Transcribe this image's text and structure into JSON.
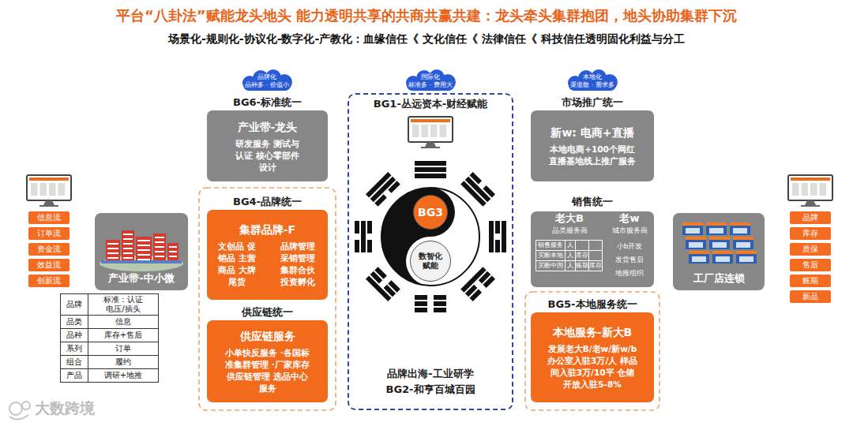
{
  "diagram": {
    "title": "平台“八卦法”赋能龙头地头 能力透明共享的共商共赢共建：龙头牵头集群抱团，地头协助集群下沉",
    "nodes": [
      {
        "text": [
          "品牌化",
          "品种多 · 价值小"
        ]
      },
      {
        "text": [
          "国际化",
          "标准多 · 费用大"
        ]
      },
      {
        "text": [
          "本地化",
          "渠道散 · 需求多"
        ]
      },
      {
        "text": [
          "BG6-标准统一",
          "产业带-龙头",
          "研发服务 测试与认证 核心零部件设计"
        ]
      },
      {
        "text": [
          "BG1-丛远资本-财经赋能",
          "品牌出海-工业研学 BG2-和亨百城百园"
        ]
      },
      {
        "text": [
          "BG3"
        ],
        "in": 4
      },
      {
        "text": [
          "数智化 赋能"
        ],
        "in": 4
      },
      {
        "text": [
          "市场推广统一",
          "新w: 电商+直播",
          "本地电商+100个网红 直播基地线上推广服务"
        ]
      },
      {
        "text": [
          "信息流"
        ]
      },
      {
        "text": [
          "订单流"
        ]
      },
      {
        "text": [
          "资金流"
        ]
      },
      {
        "text": [
          "效益流"
        ]
      },
      {
        "text": [
          "创新流"
        ]
      },
      {
        "text": [
          "产业带-中小微"
        ]
      },
      {
        "text": [
          "BG4-品牌统一",
          "集群品牌-F",
          "文创品 促销品 主营商品 大牌尾货",
          "品牌管理 采销管理 集群合伙 投资孵化"
        ]
      },
      {
        "text": [
          "销售统一"
        ]
      },
      {
        "text": [
          "老大B",
          "品类服务商"
        ],
        "in": 15
      },
      {
        "text": [
          "老w",
          "城市服务商",
          "小b开发 发货售后 地推组织"
        ],
        "in": 15
      },
      {
        "text": [
          "工厂店连锁"
        ]
      },
      {
        "text": [
          "品牌"
        ]
      },
      {
        "text": [
          "库存"
        ]
      },
      {
        "text": [
          "质保"
        ]
      },
      {
        "text": [
          "售后"
        ]
      },
      {
        "text": [
          "账期"
        ]
      },
      {
        "text": [
          "新品"
        ]
      },
      {
        "text": [
          "供应链统一",
          "供应链服务",
          "小单快反服务 ·各国标准集群管理 ·厂家库存供应链管理 选品中心服务"
        ]
      },
      {
        "text": [
          "BG5-本地服务统一",
          "本地服务-新大B",
          "发展老大B/老w/新w/b 办公室入驻3万/人 样品间入驻3万/10平 仓储开放入驻5-8%"
        ]
      }
    ],
    "labels": [
      "场景化-规则化-协议化-数字化-产教化：血缘信任《 文化信任《 法律信任《 科技信任透明固化利益与分工",
      "品牌",
      "标准：认证 电压/插头",
      "品类",
      "信息",
      "品种",
      "库存+售后",
      "系列",
      "订单",
      "组合",
      "履约",
      "产品",
      "调研+地推",
      "销售服务",
      "人",
      "买断本地",
      "人",
      "库存",
      "买断中国",
      "人",
      "账期",
      "库存",
      "大数跨境"
    ]
  }
}
